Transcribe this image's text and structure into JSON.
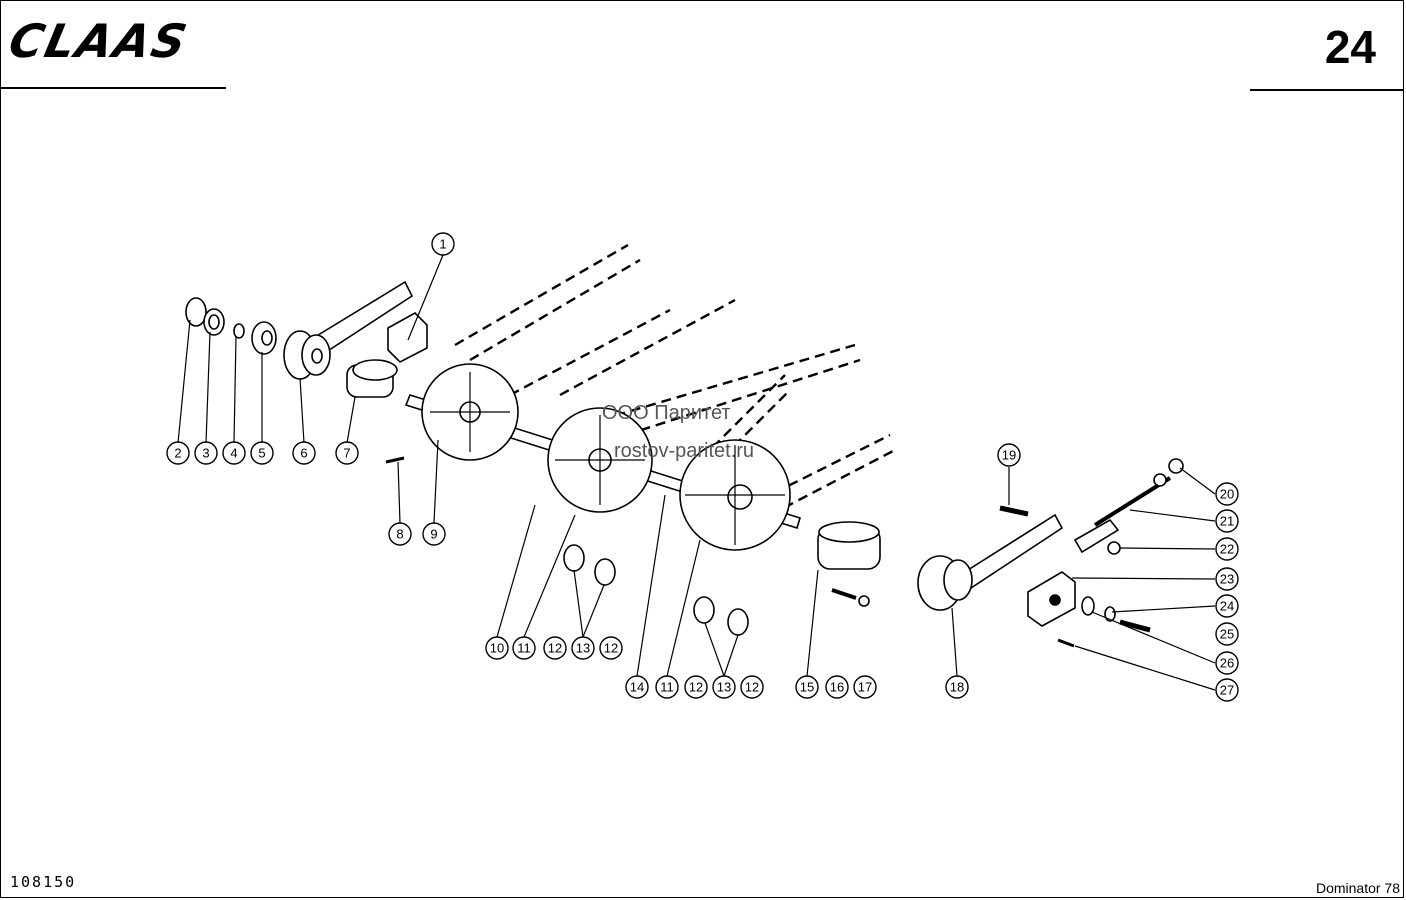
{
  "header": {
    "brand": "CLAAS",
    "page_number": "24"
  },
  "footer": {
    "document_number": "108150",
    "model": "Dominator 78"
  },
  "watermark": {
    "line1": "ООО Паритет",
    "line2": "rostov-paritet.ru"
  },
  "callouts": [
    "1",
    "2",
    "3",
    "4",
    "5",
    "6",
    "7",
    "8",
    "9",
    "10",
    "11",
    "12",
    "13",
    "12",
    "14",
    "11",
    "12",
    "13",
    "12",
    "15",
    "16",
    "17",
    "18",
    "19",
    "20",
    "21",
    "22",
    "23",
    "24",
    "25",
    "26",
    "27"
  ]
}
